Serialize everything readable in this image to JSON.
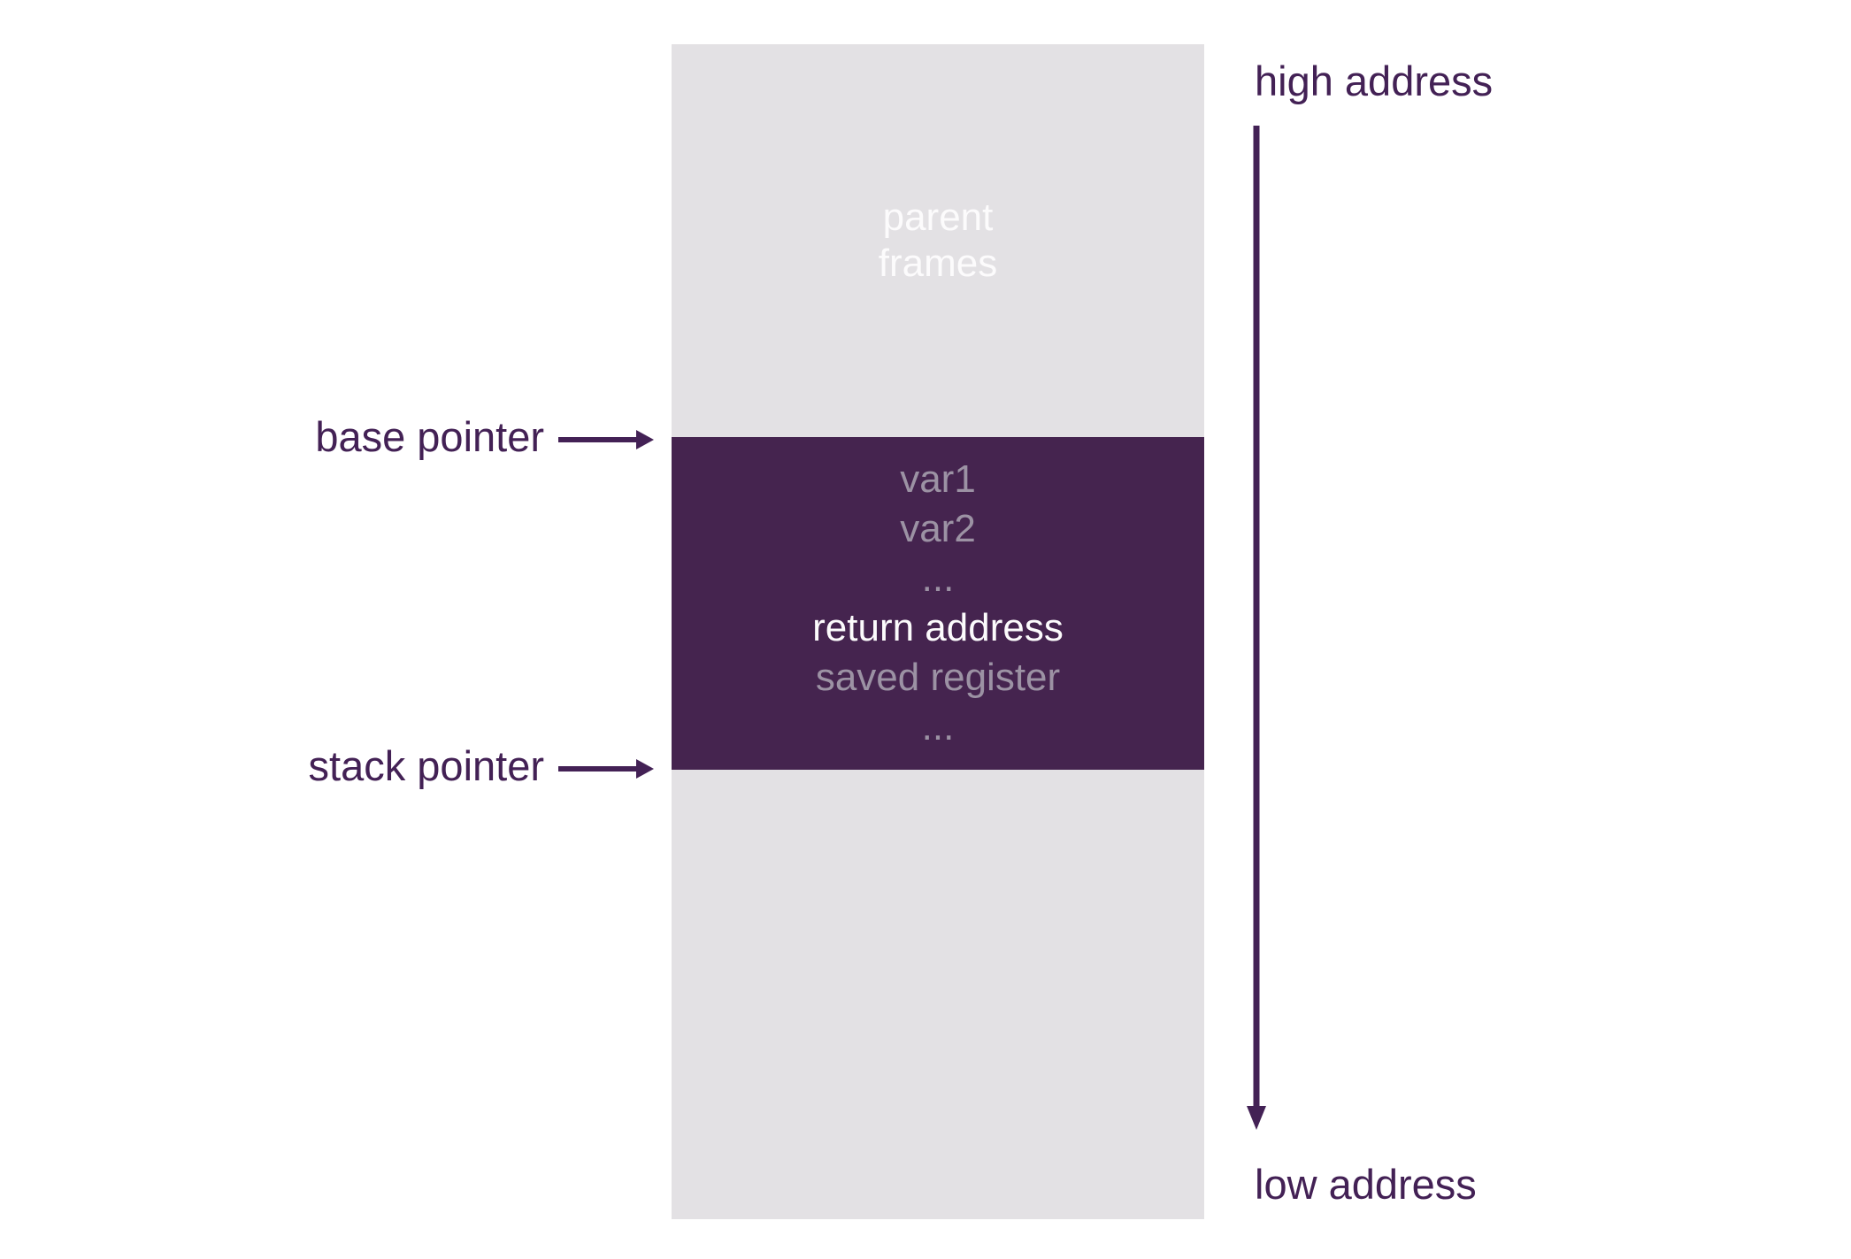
{
  "colors": {
    "background": "#ffffff",
    "column_gray": "#e3e1e4",
    "frame_purple": "#45244f",
    "label_dark": "#432155",
    "muted_text": "#9c92a4",
    "bright_text": "#fcfbfc"
  },
  "column": {
    "parent_frames_lines": [
      "parent",
      "frames"
    ],
    "frame_rows": [
      {
        "text": "var1",
        "style": "muted"
      },
      {
        "text": "var2",
        "style": "muted"
      },
      {
        "text": "...",
        "style": "muted"
      },
      {
        "text": "return address",
        "style": "bright"
      },
      {
        "text": "saved register",
        "style": "muted"
      },
      {
        "text": "...",
        "style": "muted"
      }
    ]
  },
  "pointers": {
    "base": {
      "label": "base pointer"
    },
    "stack": {
      "label": "stack pointer"
    }
  },
  "addresses": {
    "high": "high address",
    "low": "low address"
  }
}
